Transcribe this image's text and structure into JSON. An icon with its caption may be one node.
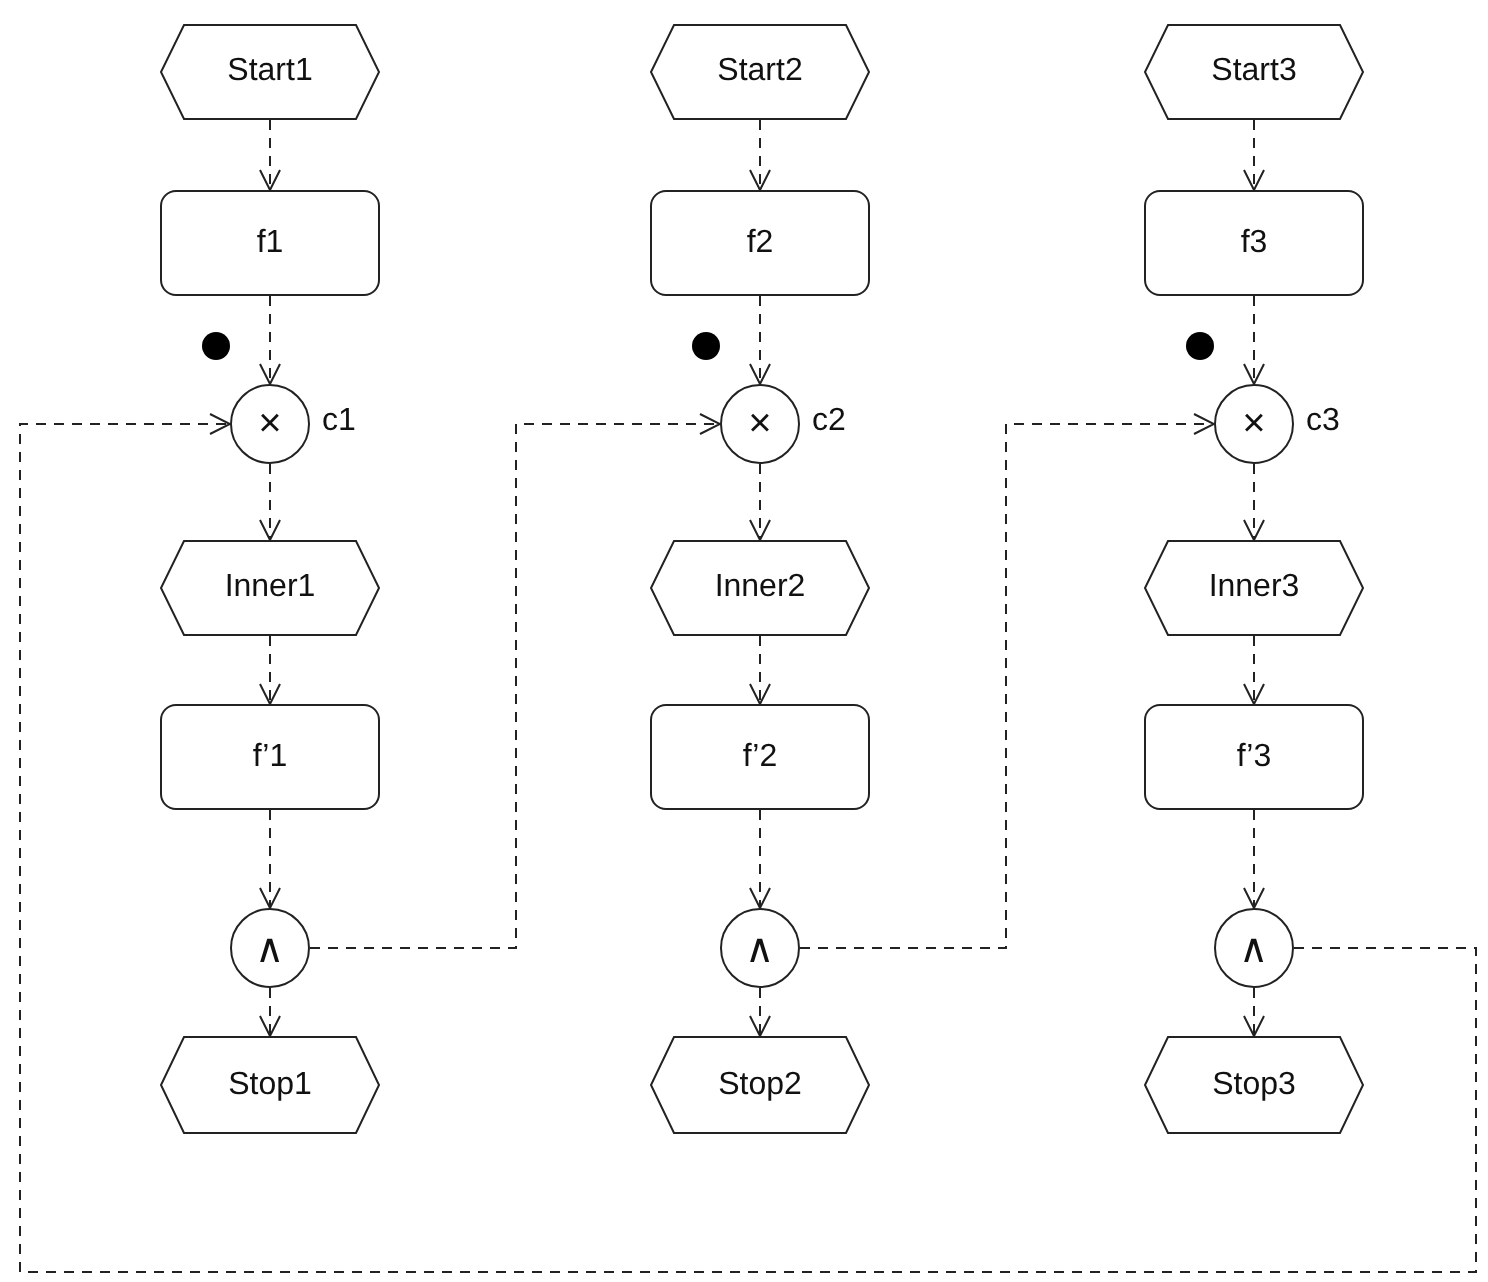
{
  "diagram": {
    "nodes": [
      {
        "text": [
          "Start1"
        ]
      },
      {
        "text": [
          "f1"
        ]
      },
      {
        "text": [
          "×"
        ],
        "beside": [
          "c1"
        ]
      },
      {
        "text": [
          "Inner1"
        ]
      },
      {
        "text": [
          "f’1"
        ]
      },
      {
        "text": [
          "∧"
        ]
      },
      {
        "text": [
          "Stop1"
        ]
      },
      {
        "text": [
          "Start2"
        ]
      },
      {
        "text": [
          "f2"
        ]
      },
      {
        "text": [
          "×"
        ],
        "beside": [
          "c2"
        ]
      },
      {
        "text": [
          "Inner2"
        ]
      },
      {
        "text": [
          "f’2"
        ]
      },
      {
        "text": [
          "∧"
        ]
      },
      {
        "text": [
          "Stop2"
        ]
      },
      {
        "text": [
          "Start3"
        ]
      },
      {
        "text": [
          "f3"
        ]
      },
      {
        "text": [
          "×"
        ],
        "beside": [
          "c3"
        ]
      },
      {
        "text": [
          "Inner3"
        ]
      },
      {
        "text": [
          "f’3"
        ]
      },
      {
        "text": [
          "∧"
        ]
      },
      {
        "text": [
          "Stop3"
        ]
      }
    ],
    "edges": [
      {
        "from": 0,
        "to": 1,
        "arrow": "to"
      },
      {
        "from": 1,
        "to": 2,
        "arrow": "to"
      },
      {
        "from": 2,
        "to": 3,
        "arrow": "to"
      },
      {
        "from": 3,
        "to": 4,
        "arrow": "to"
      },
      {
        "from": 4,
        "to": 5,
        "arrow": "to"
      },
      {
        "from": 5,
        "to": 6,
        "arrow": "to"
      },
      {
        "from": 7,
        "to": 8,
        "arrow": "to"
      },
      {
        "from": 8,
        "to": 9,
        "arrow": "to"
      },
      {
        "from": 9,
        "to": 10,
        "arrow": "to"
      },
      {
        "from": 10,
        "to": 11,
        "arrow": "to"
      },
      {
        "from": 11,
        "to": 12,
        "arrow": "to"
      },
      {
        "from": 12,
        "to": 13,
        "arrow": "to"
      },
      {
        "from": 14,
        "to": 15,
        "arrow": "to"
      },
      {
        "from": 15,
        "to": 16,
        "arrow": "to"
      },
      {
        "from": 16,
        "to": 17,
        "arrow": "to"
      },
      {
        "from": 17,
        "to": 18,
        "arrow": "to"
      },
      {
        "from": 18,
        "to": 19,
        "arrow": "to"
      },
      {
        "from": 19,
        "to": 20,
        "arrow": "to"
      },
      {
        "from": 5,
        "to": 9,
        "arrow": "to"
      },
      {
        "from": 12,
        "to": 16,
        "arrow": "to"
      },
      {
        "from": 19,
        "to": 2,
        "arrow": "to"
      }
    ]
  }
}
